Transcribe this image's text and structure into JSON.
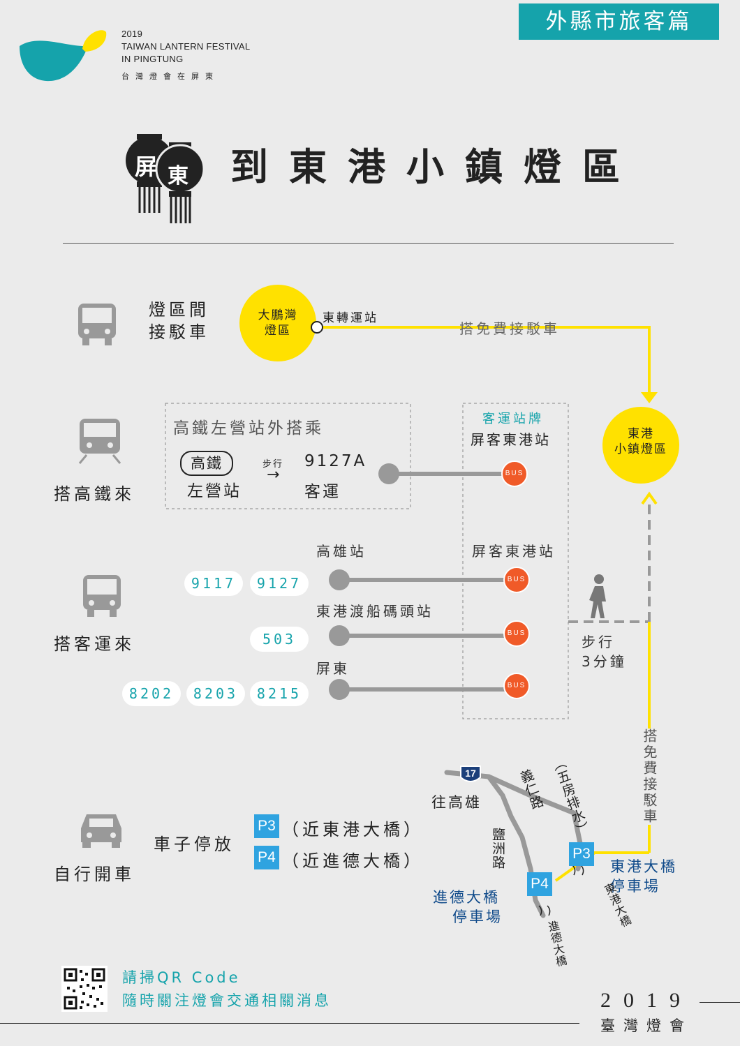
{
  "tag": "外縣市旅客篇",
  "logo": {
    "line1": "2019",
    "line2": "TAIWAN LANTERN FESTIVAL",
    "line3": "IN PINGTUNG",
    "line4": "台灣燈會在屏東"
  },
  "lantern": {
    "left": "屏",
    "right": "東"
  },
  "title": "到東港小鎮燈區",
  "rows": {
    "shuttle": {
      "label_line1": "燈區間",
      "label_line2": "接駁車",
      "origin_line1": "大鵬灣",
      "origin_line2": "燈區",
      "station": "東轉運站",
      "route_label": "搭免費接駁車"
    },
    "hsr": {
      "label": "搭高鐵來",
      "box_title": "高鐵左營站外搭乘",
      "hsr_badge": "高鐵",
      "hsr_station": "左營站",
      "walk_small": "步行",
      "arrow": "→",
      "bus_no": "9127A",
      "bus_type": "客運",
      "stop_title": "客運站牌",
      "stop_name": "屏客東港站"
    },
    "bus": {
      "label": "搭客運來",
      "stop_name": "屏客東港站",
      "routes": [
        {
          "from": "高雄站",
          "numbers": [
            "9117",
            "9127"
          ]
        },
        {
          "from": "東港渡船碼頭站",
          "numbers": [
            "503"
          ]
        },
        {
          "from": "屏東",
          "numbers": [
            "8202",
            "8203",
            "8215"
          ]
        }
      ],
      "walk_line1": "步行",
      "walk_line2": "3分鐘"
    },
    "car": {
      "label": "自行開車",
      "parking_label": "車子停放",
      "p3": "P3",
      "p3_text": "（近東港大橋）",
      "p4": "P4",
      "p4_text": "（近進德大橋）"
    }
  },
  "bus_icon_text": "BUS",
  "destination": {
    "line1": "東港",
    "line2": "小鎮燈區"
  },
  "vertical_route": "搭免費接駁車",
  "map": {
    "highway": "17",
    "to_kaohsiung": "往高雄",
    "road1": "（五房排水）",
    "road2": "義仁路",
    "road3": "鹽洲路",
    "p3": "P3",
    "p4": "P4",
    "p3_name_line1": "東港大橋",
    "p3_name_line2": "停車場",
    "p4_name_line1": "進德大橋",
    "p4_name_line2": "停車場",
    "bridge1": "東港大橋",
    "bridge2": "進德大橋"
  },
  "footer": {
    "qr_line1": "請掃QR Code",
    "qr_line2": "隨時關注燈會交通相關消息",
    "year": "2019",
    "event": "臺灣燈會"
  },
  "colors": {
    "teal": "#15a3ab",
    "yellow": "#ffe100",
    "bus_orange": "#f05a28",
    "parking_blue": "#2fa3e0",
    "navy": "#0f4a8a"
  }
}
